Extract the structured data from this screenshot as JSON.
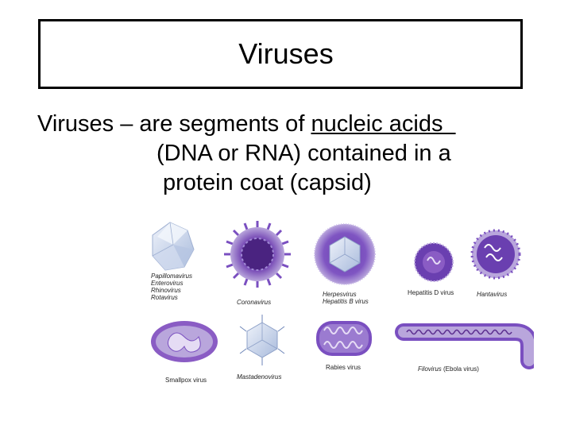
{
  "title": "Viruses",
  "definition": {
    "term": "Viruses",
    "line1_rest": " – are segments of ",
    "underlined": "nucleic acids  ",
    "line2": "(DNA or RNA) contained in a",
    "line3": "protein coat (capsid)"
  },
  "figure": {
    "captions": {
      "papilloma": [
        "Papillomavirus",
        "Enterovirus",
        "Rhinovirus",
        "Rotavirus"
      ],
      "corona": "Coronavirus",
      "herpes": [
        "Herpesvirus",
        "Hepatitis B virus"
      ],
      "hepd": "Hepatitis D virus",
      "hanta": "Hantavirus",
      "smallpox": "Smallpox virus",
      "masto": "Mastadenovirus",
      "rabies": "Rabies virus",
      "filo_italic": "Filovirus",
      "filo_rest": " (Ebola virus)"
    },
    "colors": {
      "purple_dark": "#5b2d8e",
      "purple_mid": "#8a5cc4",
      "lavender": "#b9a6dc",
      "capsid_blue": "#c7d3ea"
    }
  }
}
